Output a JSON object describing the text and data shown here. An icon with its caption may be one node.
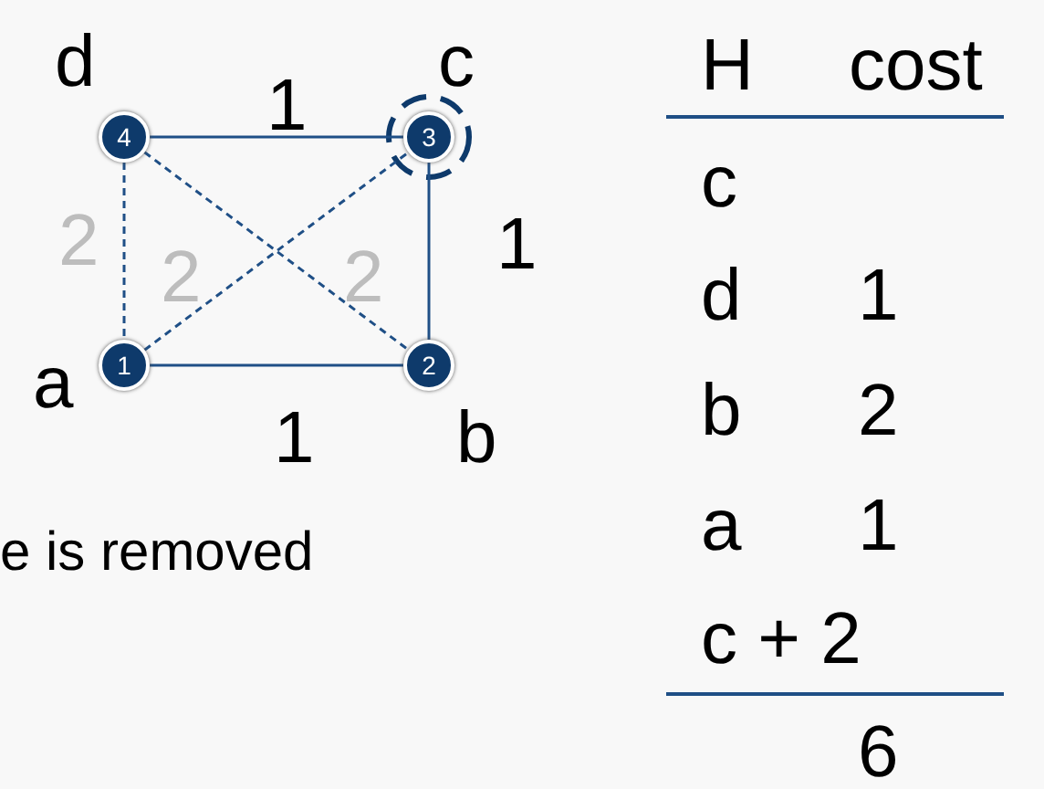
{
  "diagram": {
    "nodes": [
      {
        "text": [
          "4"
        ],
        "beside": [
          "d"
        ]
      },
      {
        "text": [
          "3"
        ],
        "beside": [
          "c"
        ]
      },
      {
        "text": [
          "1"
        ],
        "beside": [
          "a"
        ]
      },
      {
        "text": [
          "2"
        ],
        "beside": [
          "b"
        ]
      }
    ],
    "edges": [
      {
        "from": 0,
        "to": 1,
        "arrow": "none",
        "label": "1"
      },
      {
        "from": 1,
        "to": 3,
        "arrow": "none",
        "label": "1"
      },
      {
        "from": 2,
        "to": 3,
        "arrow": "none",
        "label": "1"
      },
      {
        "from": 0,
        "to": 2,
        "arrow": "none",
        "label": "2",
        "style": "dashed"
      },
      {
        "from": 2,
        "to": 1,
        "arrow": "none",
        "label": "2",
        "style": "dashed"
      },
      {
        "from": 0,
        "to": 3,
        "arrow": "none",
        "label": "2",
        "style": "dashed"
      }
    ],
    "labels": [
      "e is removed",
      "H",
      "cost",
      "c",
      "d",
      "1",
      "b",
      "2",
      "a",
      "1",
      "c + 2",
      "6"
    ]
  }
}
